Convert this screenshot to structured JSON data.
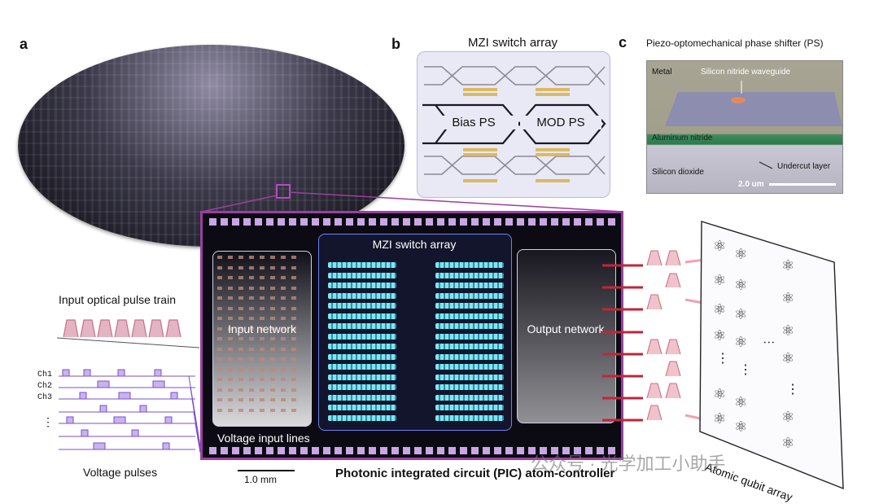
{
  "panels": {
    "a": "a",
    "b": "b",
    "c": "c"
  },
  "mzi_title": "MZI switch array",
  "bias_label": "Bias PS",
  "mod_label": "MOD PS",
  "ps_title": "Piezo-optomechanical phase shifter (PS)",
  "sem": {
    "metal": "Metal",
    "waveguide": "Silicon nitride waveguide",
    "aln": "Aluminum nitride",
    "sio2": "Silicon dioxide",
    "undercut": "Undercut layer",
    "scale": "2.0 um"
  },
  "pic": {
    "mzi_label": "MZI switch array",
    "input_label": "Input network",
    "output_label": "Output network",
    "voltage_lines": "Voltage input lines",
    "caption": "Photonic integrated circuit (PIC) atom-controller",
    "scale": "1.0 mm"
  },
  "input_train": "Input optical pulse train",
  "channels": [
    "Ch1",
    "Ch2",
    "Ch3"
  ],
  "ellipsis": "⋮",
  "voltage_pulses": "Voltage pulses",
  "qubit_label": "Atomic qubit array",
  "watermark": "公众号 · 光学加工小助手",
  "colors": {
    "accent": "#9b3fa0",
    "pulse": "#c8708a",
    "violet": "#7b4fc9",
    "gold": "#d9b24a"
  }
}
